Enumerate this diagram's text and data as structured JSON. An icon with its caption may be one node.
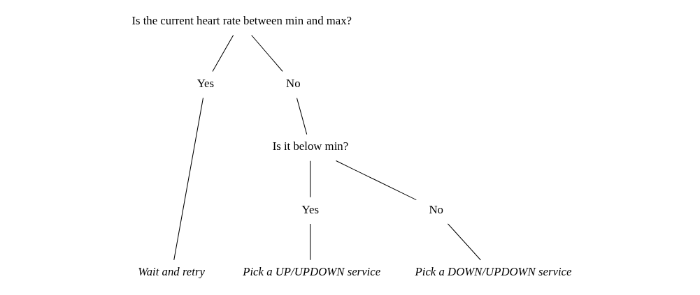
{
  "diagram": {
    "nodes": [
      {
        "text": [
          "Is the current heart rate between min and max?"
        ]
      },
      {
        "text": [
          "Yes"
        ]
      },
      {
        "text": [
          "No"
        ]
      },
      {
        "text": [
          "Wait and retry"
        ]
      },
      {
        "text": [
          "Is it below min?"
        ]
      },
      {
        "text": [
          "Yes"
        ]
      },
      {
        "text": [
          "No"
        ]
      },
      {
        "text": [
          "Pick a UP/UPDOWN service"
        ]
      },
      {
        "text": [
          "Pick a DOWN/UPDOWN service"
        ]
      }
    ],
    "edges": [
      {
        "from": 0,
        "to": 1,
        "arrow": "none"
      },
      {
        "from": 0,
        "to": 2,
        "arrow": "none"
      },
      {
        "from": 1,
        "to": 3,
        "arrow": "none"
      },
      {
        "from": 2,
        "to": 4,
        "arrow": "none"
      },
      {
        "from": 4,
        "to": 5,
        "arrow": "none"
      },
      {
        "from": 4,
        "to": 6,
        "arrow": "none"
      },
      {
        "from": 5,
        "to": 7,
        "arrow": "none"
      },
      {
        "from": 6,
        "to": 8,
        "arrow": "none"
      }
    ]
  }
}
